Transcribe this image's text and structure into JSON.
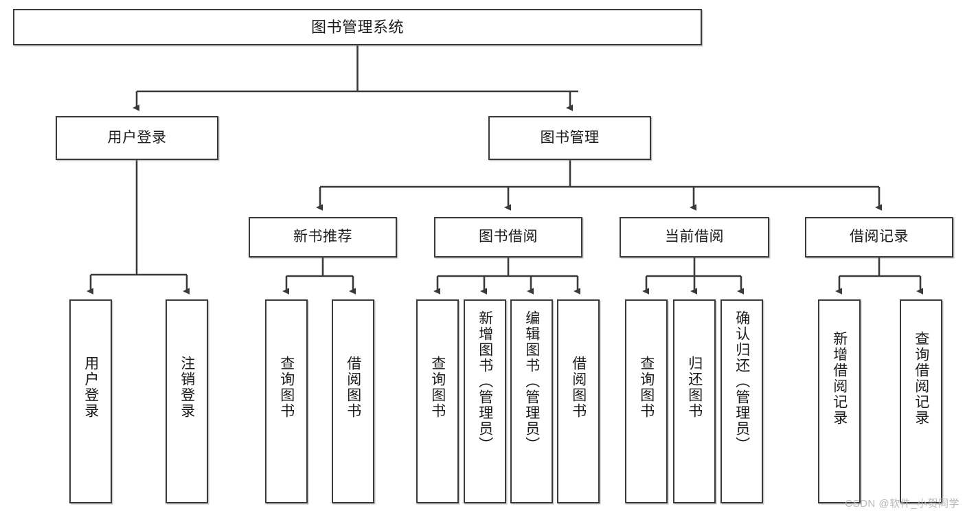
{
  "diagram": {
    "title": "图书管理系统",
    "type": "tree-hierarchy-diagram",
    "watermark": "CSDN @软件_小贺同学",
    "colors": {
      "box_border": "#3a3a3a",
      "box_fill": "#ffffff",
      "edge": "#3a3a3a",
      "text": "#1c1c1c",
      "watermark": "#b9b9b9"
    },
    "root": {
      "label": "图书管理系统"
    },
    "level2": [
      {
        "label": "用户登录"
      },
      {
        "label": "图书管理"
      }
    ],
    "level3": [
      {
        "label": "新书推荐"
      },
      {
        "label": "图书借阅"
      },
      {
        "label": "当前借阅"
      },
      {
        "label": "借阅记录"
      }
    ],
    "leaves": {
      "user_login": [
        {
          "label": "用户登录"
        },
        {
          "label": "注销登录"
        }
      ],
      "new_book_recommend": [
        {
          "label": "查询图书"
        },
        {
          "label": "借阅图书"
        }
      ],
      "book_borrow": [
        {
          "label": "查询图书"
        },
        {
          "label": "新增图书（管理员）"
        },
        {
          "label": "编辑图书（管理员）"
        },
        {
          "label": "借阅图书"
        }
      ],
      "current_borrow": [
        {
          "label": "查询图书"
        },
        {
          "label": "归还图书"
        },
        {
          "label": "确认归还（管理员）"
        }
      ],
      "borrow_record": [
        {
          "label": "新增借阅记录"
        },
        {
          "label": "查询借阅记录"
        }
      ]
    }
  }
}
